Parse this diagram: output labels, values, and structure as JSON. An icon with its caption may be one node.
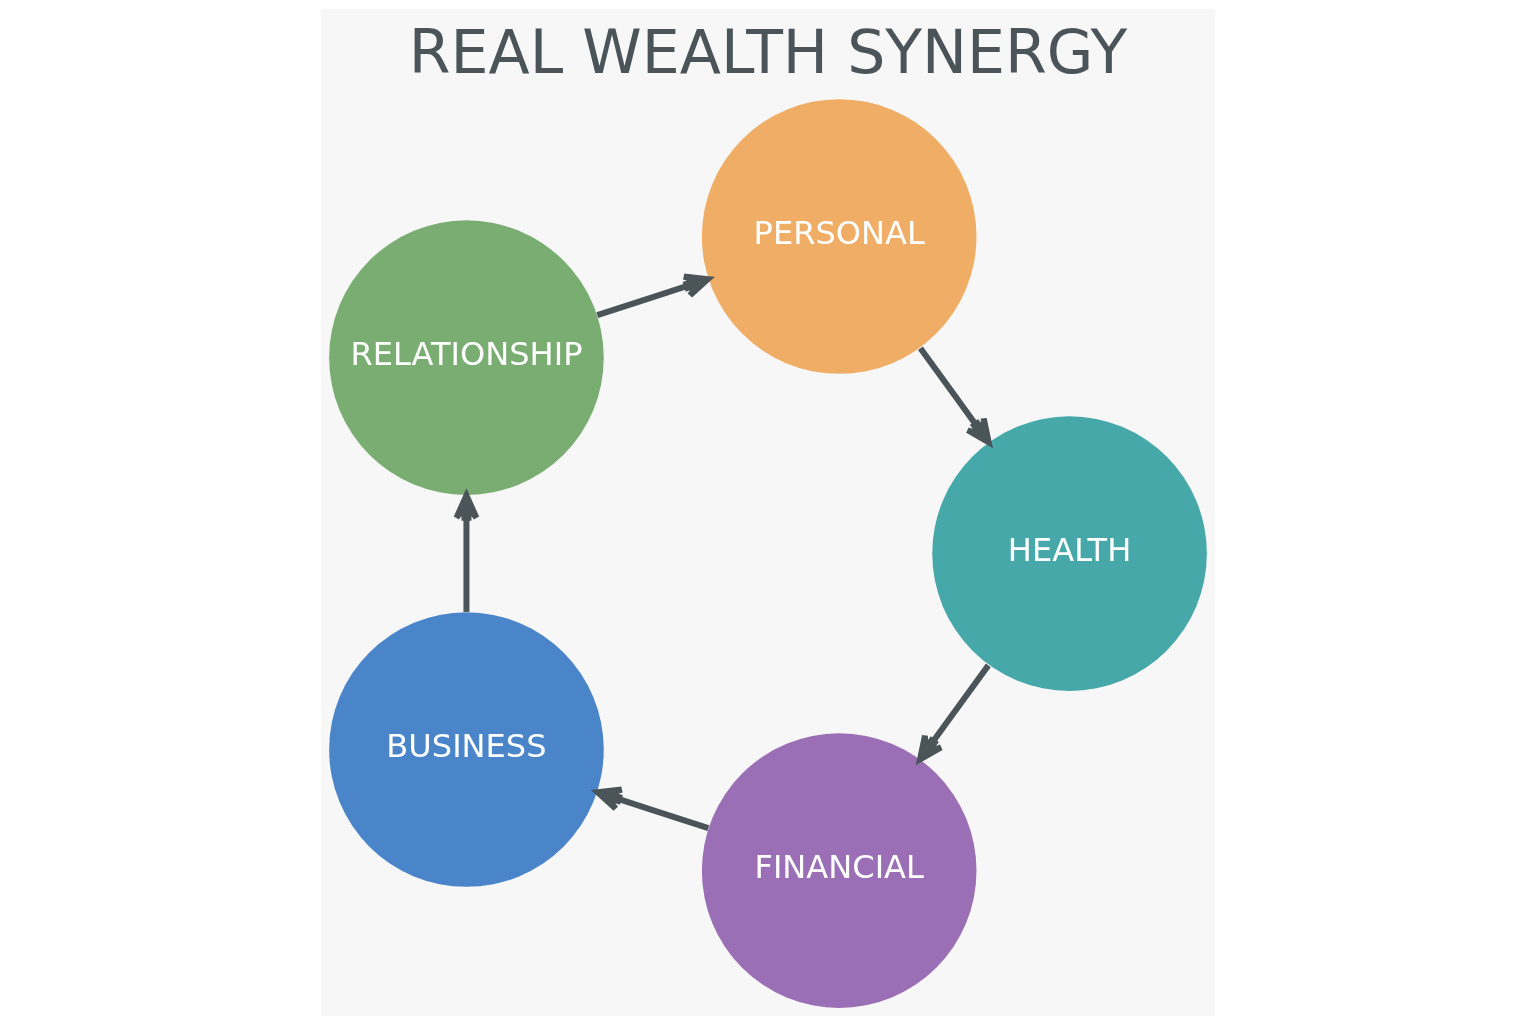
{
  "diagram": {
    "title": "REAL WEALTH SYNERGY",
    "nodes": [
      {
        "text": [
          "FINANCIAL"
        ]
      },
      {
        "text": [
          "BUSINESS"
        ]
      },
      {
        "text": [
          "RELATIONSHIP"
        ]
      },
      {
        "text": [
          "PERSONAL"
        ]
      },
      {
        "text": [
          "HEALTH"
        ]
      }
    ],
    "edges": [
      {
        "from": 0,
        "to": 1,
        "arrow": "to"
      },
      {
        "from": 1,
        "to": 2,
        "arrow": "to"
      },
      {
        "from": 2,
        "to": 3,
        "arrow": "to"
      },
      {
        "from": 3,
        "to": 4,
        "arrow": "to"
      },
      {
        "from": 4,
        "to": 0,
        "arrow": "to"
      }
    ]
  }
}
